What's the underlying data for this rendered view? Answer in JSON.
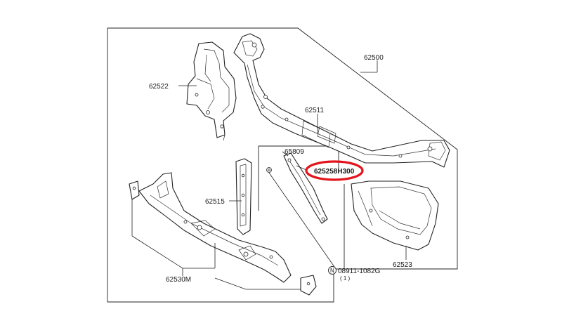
{
  "diagram": {
    "labels": {
      "p62500": "62500",
      "p62522": "62522",
      "p62511": "62511",
      "p65809": "65809",
      "p625258H300": "625258H300",
      "p62515": "62515",
      "p62523": "62523",
      "p62530M": "62530M",
      "n_symbol": "N",
      "p08911": "08911-1082G",
      "qty": "( 1 )"
    },
    "highlight": {
      "part_number": "625258H300",
      "color": "#e3141b"
    }
  }
}
